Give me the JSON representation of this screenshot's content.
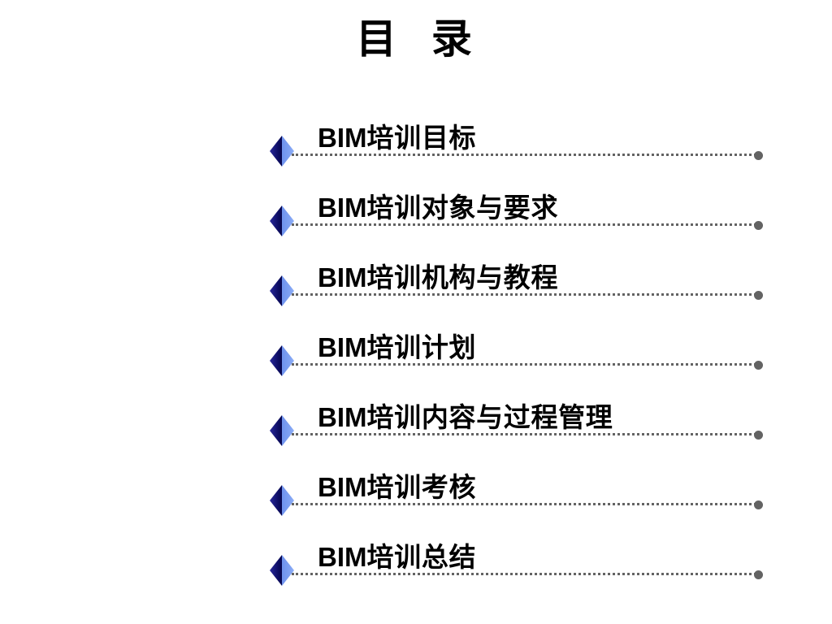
{
  "slide": {
    "background_color": "#ffffff",
    "title": "目  录"
  },
  "style_colors": {
    "text": "#000000",
    "bullet_dark": "#0c0c63",
    "bullet_light": "#7ea0f2",
    "leader_line": "#636363",
    "leader_end_dot": "#636363"
  },
  "toc": {
    "items": [
      {
        "label": "BIM培训目标",
        "prefix": "BIM",
        "cjk": "培训目标",
        "bullet": "diamond-bullet",
        "leader": "dotted",
        "end_marker": "circle"
      },
      {
        "label": "BIM培训对象与要求",
        "prefix": "BIM",
        "cjk": "培训对象与要求",
        "bullet": "diamond-bullet",
        "leader": "dotted",
        "end_marker": "circle"
      },
      {
        "label": "BIM培训机构与教程",
        "prefix": "BIM",
        "cjk": "培训机构与教程",
        "bullet": "diamond-bullet",
        "leader": "dotted",
        "end_marker": "circle"
      },
      {
        "label": "BIM培训计划",
        "prefix": "BIM",
        "cjk": "培训计划",
        "bullet": "diamond-bullet",
        "leader": "dotted",
        "end_marker": "circle"
      },
      {
        "label": "BIM培训内容与过程管理",
        "prefix": "BIM",
        "cjk": "培训内容与过程管理",
        "bullet": "diamond-bullet",
        "leader": "dotted",
        "end_marker": "circle"
      },
      {
        "label": "BIM培训考核",
        "prefix": "BIM",
        "cjk": "培训考核",
        "bullet": "diamond-bullet",
        "leader": "dotted",
        "end_marker": "circle"
      },
      {
        "label": "BIM培训总结",
        "prefix": "BIM",
        "cjk": "培训总结",
        "bullet": "diamond-bullet",
        "leader": "dotted",
        "end_marker": "circle"
      }
    ]
  }
}
